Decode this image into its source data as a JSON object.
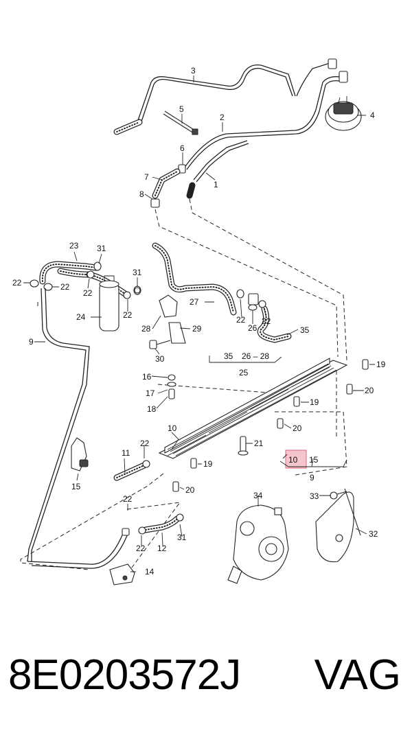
{
  "diagram": {
    "labels": {
      "l1": "1",
      "l2": "2",
      "l3": "3",
      "l4": "4",
      "l5": "5",
      "l6": "6",
      "l7": "7",
      "l8": "8",
      "l9a": "9",
      "l9b": "9",
      "l10a": "10",
      "l10b": "10",
      "l11": "11",
      "l12": "12",
      "l14": "14",
      "l15a": "15",
      "l15b": "15",
      "l16": "16",
      "l17": "17",
      "l18": "18",
      "l19a": "19",
      "l19b": "19",
      "l19c": "19",
      "l20a": "20",
      "l20b": "20",
      "l20c": "20",
      "l21": "21",
      "l22a": "22",
      "l22b": "22",
      "l22c": "22",
      "l22d": "22",
      "l22e": "22",
      "l22f": "22",
      "l22g": "22",
      "l22h": "22",
      "l22i": "22",
      "l23": "23",
      "l24": "24",
      "l25": "25",
      "l26a": "26",
      "l26b": "26 – 28",
      "l27": "27",
      "l28": "28",
      "l29": "29",
      "l30": "30",
      "l31a": "31",
      "l31b": "31",
      "l31c": "31",
      "l32": "32",
      "l33": "33",
      "l34": "34",
      "l35a": "35",
      "l35b": "35"
    }
  },
  "footer": {
    "part_number": "8E0203572J",
    "brand": "VAG"
  },
  "colors": {
    "highlight": "#f4c6cc",
    "highlight_border": "#e07a88"
  }
}
